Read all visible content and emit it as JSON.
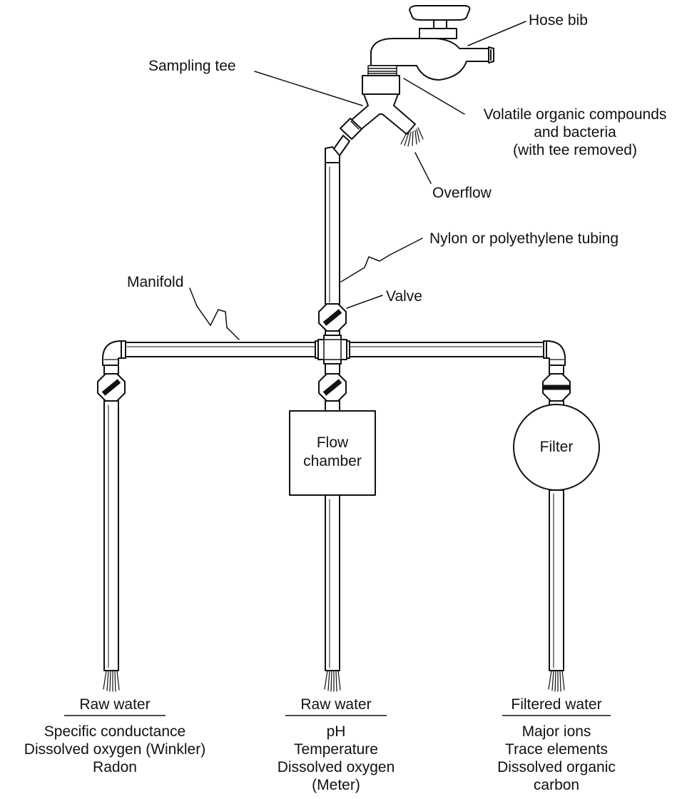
{
  "labels": {
    "hose_bib": "Hose bib",
    "sampling_tee": "Sampling tee",
    "voc_line1": "Volatile organic compounds",
    "voc_line2": "and bacteria",
    "voc_line3": "(with tee removed)",
    "overflow": "Overflow",
    "tubing": "Nylon or polyethylene tubing",
    "manifold": "Manifold",
    "valve": "Valve",
    "flow_chamber_line1": "Flow",
    "flow_chamber_line2": "chamber",
    "filter": "Filter"
  },
  "outlets": [
    {
      "header": "Raw water",
      "params": [
        "Specific conductance",
        "Dissolved oxygen (Winkler)",
        "Radon"
      ]
    },
    {
      "header": "Raw water",
      "params": [
        "pH",
        "Temperature",
        "Dissolved oxygen",
        "(Meter)"
      ]
    },
    {
      "header": "Filtered water",
      "params": [
        "Major ions",
        "Trace elements",
        "Dissolved organic",
        "carbon"
      ]
    }
  ]
}
